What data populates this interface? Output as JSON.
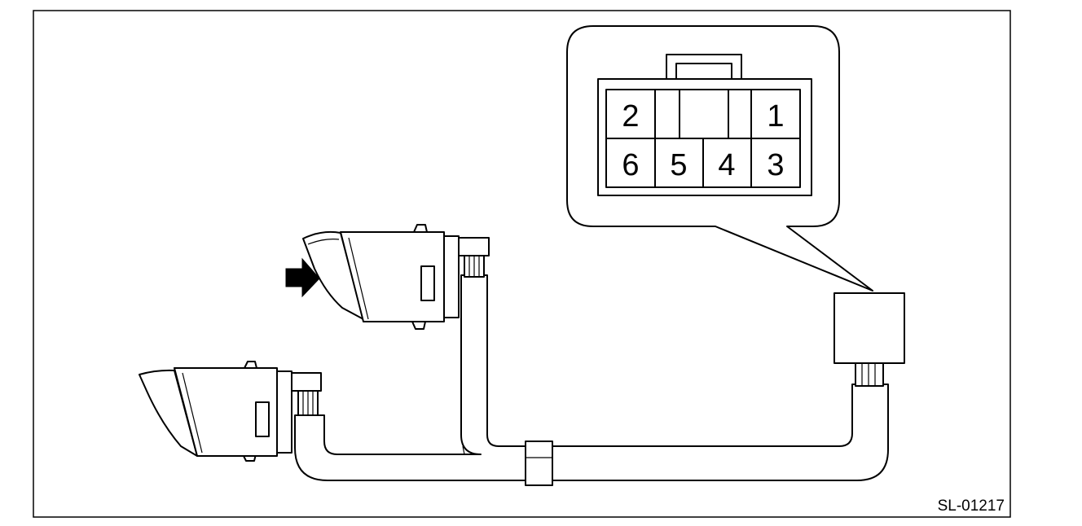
{
  "connector": {
    "pins_top": [
      "2",
      "1"
    ],
    "pins_bottom": [
      "6",
      "5",
      "4",
      "3"
    ]
  },
  "figure_id": "SL-01217"
}
